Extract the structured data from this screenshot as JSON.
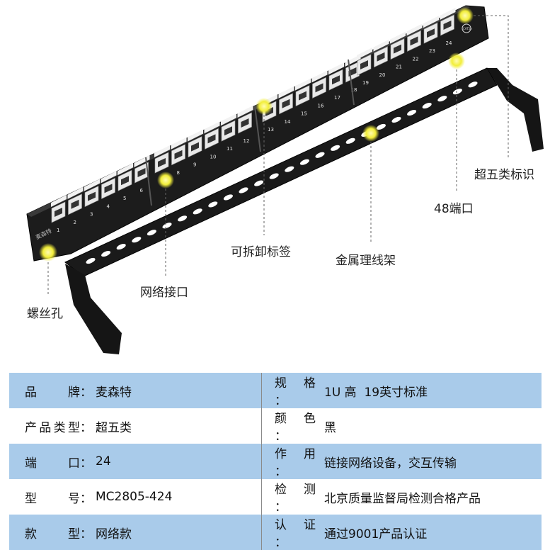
{
  "panel": {
    "brand_mark": "麦森特",
    "port_numbers": [
      "1",
      "2",
      "3",
      "4",
      "5",
      "6",
      "7",
      "8",
      "9",
      "10",
      "11",
      "12",
      "13",
      "14",
      "15",
      "16",
      "17",
      "18",
      "19",
      "20",
      "21",
      "22",
      "23",
      "24"
    ],
    "badge": "CAT5e"
  },
  "callouts": {
    "cat5e_mark": "超五类标识",
    "ports_48": "48端口",
    "removable_label": "可拆卸标签",
    "metal_bracket": "金属理线架",
    "network_port": "网络接口",
    "screw_hole": "螺丝孔"
  },
  "colors": {
    "panel": "#1c1c1c",
    "highlight": "#f2ee3a",
    "table_band": "#a9cbea"
  },
  "specs": [
    {
      "l_key": [
        "品",
        "牌"
      ],
      "l_val": "麦森特",
      "r_key": [
        "规",
        "格"
      ],
      "r_val": "1U 高  19英寸标准"
    },
    {
      "l_key": [
        "产",
        "品",
        "类",
        "型"
      ],
      "l_val": "超五类",
      "r_key": [
        "颜",
        "色"
      ],
      "r_val": "黑"
    },
    {
      "l_key": [
        "端",
        "口"
      ],
      "l_val": "24",
      "r_key": [
        "作",
        "用"
      ],
      "r_val": "链接网络设备，交互传输"
    },
    {
      "l_key": [
        "型",
        "号"
      ],
      "l_val": "MC2805-424",
      "r_key": [
        "检",
        "测"
      ],
      "r_val": "北京质量监督局检测合格产品"
    },
    {
      "l_key": [
        "款",
        "型"
      ],
      "l_val": "网络款",
      "r_key": [
        "认",
        "证"
      ],
      "r_val": "通过9001产品认证"
    }
  ]
}
